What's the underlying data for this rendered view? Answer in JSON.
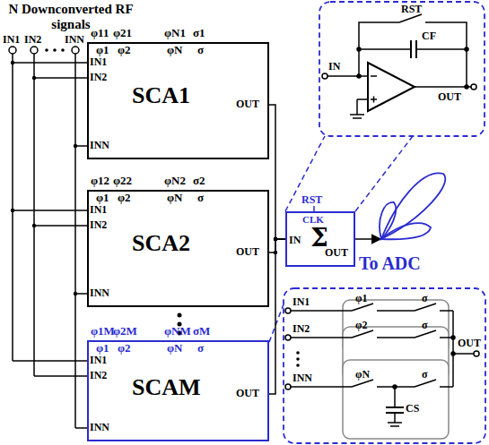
{
  "diagram": {
    "title": "N Downconverted RF signals",
    "nodes": [
      {
        "text": [
          "SCA1"
        ]
      },
      {
        "text": [
          "SCA2"
        ]
      },
      {
        "text": [
          "SCAM"
        ]
      },
      {
        "text": [
          "Σ"
        ]
      }
    ],
    "edges": [
      {
        "from": 0,
        "to": 3,
        "arrow": "none"
      },
      {
        "from": 1,
        "to": 3,
        "arrow": "none"
      },
      {
        "from": 2,
        "to": 3,
        "arrow": "none"
      }
    ],
    "labels": [
      "IN1",
      "IN2",
      "INN",
      "φ1",
      "φ2",
      "φN",
      "σ",
      "IN1",
      "IN2",
      "INN",
      "OUT",
      "φ11",
      "φ21",
      "φN1",
      "σ1",
      "φ1",
      "φ2",
      "φN",
      "σ",
      "IN1",
      "IN2",
      "INN",
      "OUT",
      "φ12",
      "φ22",
      "φN2",
      "σ2",
      "φ1",
      "φ2",
      "φN",
      "σ",
      "IN1",
      "IN2",
      "INN",
      "OUT",
      "φ1M",
      "φ2M",
      "φNM",
      "σM",
      "IN",
      "OUT",
      "CLK",
      "RST",
      "To ADC",
      "RST",
      "CF",
      "IN",
      "OUT",
      "IN1",
      "IN2",
      "INN",
      "φ1",
      "φ2",
      "φN",
      "σ",
      "σ",
      "σ",
      "OUT",
      "CS"
    ]
  }
}
